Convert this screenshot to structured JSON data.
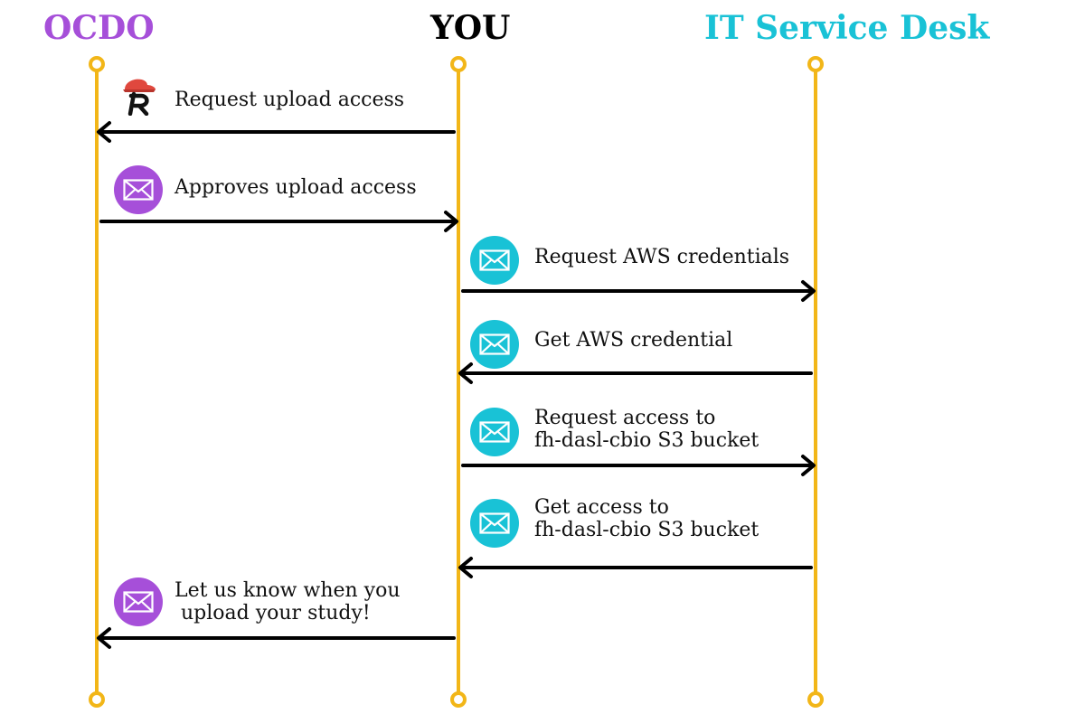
{
  "colors": {
    "lifeline": "#f2b618",
    "arrow": "#000000",
    "ocdo": "#a64fd9",
    "it": "#19c2d6",
    "you": "#000000",
    "logo_cap": "#e0483e"
  },
  "lanes": {
    "ocdo": "OCDO",
    "you": "YOU",
    "it": "IT Service Desk"
  },
  "messages": [
    {
      "from": "you",
      "to": "ocdo",
      "icon": "r-logo-icon",
      "lines": [
        "Request upload access"
      ]
    },
    {
      "from": "ocdo",
      "to": "you",
      "icon": "envelope-icon",
      "lines": [
        "Approves upload access"
      ]
    },
    {
      "from": "you",
      "to": "it",
      "icon": "envelope-icon",
      "lines": [
        "Request AWS credentials"
      ]
    },
    {
      "from": "it",
      "to": "you",
      "icon": "envelope-icon",
      "lines": [
        "Get AWS credential"
      ]
    },
    {
      "from": "you",
      "to": "it",
      "icon": "envelope-icon",
      "lines": [
        "Request access to",
        "fh-dasl-cbio S3 bucket"
      ]
    },
    {
      "from": "it",
      "to": "you",
      "icon": "envelope-icon",
      "lines": [
        "Get access to",
        "fh-dasl-cbio S3 bucket"
      ]
    },
    {
      "from": "you",
      "to": "ocdo",
      "icon": "envelope-icon",
      "lines": [
        "Let us know when you",
        " upload your study!"
      ]
    }
  ]
}
